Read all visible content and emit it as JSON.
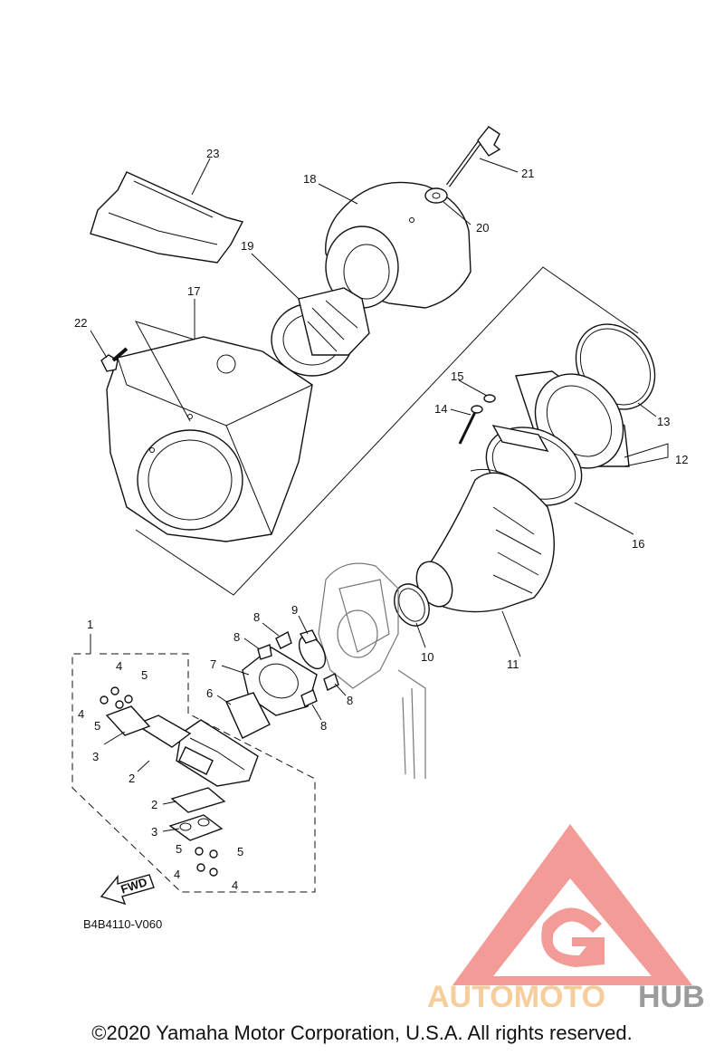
{
  "diagram_code": "B4B4110-V060",
  "fwd_label": "FWD",
  "copyright": "©2020 Yamaha Motor Corporation, U.S.A. All rights reserved.",
  "watermark": {
    "part1": "AUTOMOTO",
    "part2": "HUB",
    "color_primary": "#f08a86",
    "color_secondary": "#f5c58a",
    "color_tertiary": "#8a8a8a"
  },
  "callouts": {
    "c1": "1",
    "c2a": "2",
    "c2b": "2",
    "c3a": "3",
    "c3b": "3",
    "c4a": "4",
    "c4b": "4",
    "c4c": "4",
    "c4d": "4",
    "c5a": "5",
    "c5b": "5",
    "c5c": "5",
    "c5d": "5",
    "c6": "6",
    "c7": "7",
    "c8a": "8",
    "c8b": "8",
    "c8c": "8",
    "c8d": "8",
    "c9": "9",
    "c10": "10",
    "c11": "11",
    "c12": "12",
    "c13": "13",
    "c14": "14",
    "c15": "15",
    "c16": "16",
    "c17": "17",
    "c18": "18",
    "c19": "19",
    "c20": "20",
    "c21": "21",
    "c22": "22",
    "c23": "23"
  }
}
